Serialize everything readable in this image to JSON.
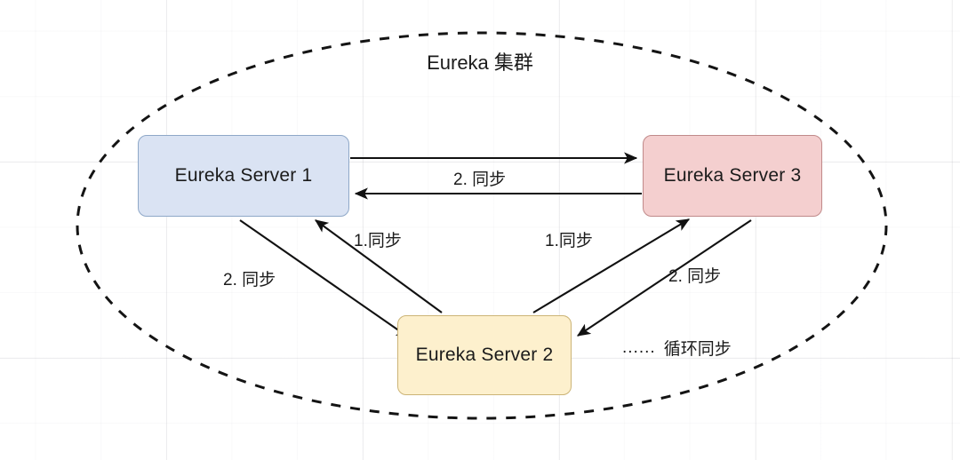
{
  "diagram": {
    "title": "Eureka 集群",
    "cluster_boundary": {
      "style": "dashed-ellipse",
      "color": "#141414"
    },
    "nodes": [
      {
        "id": "server1",
        "label": "Eureka Server 1",
        "fill": "#dae3f3",
        "stroke": "#8fa8c8"
      },
      {
        "id": "server2",
        "label": "Eureka Server 2",
        "fill": "#fdf0cd",
        "stroke": "#ccb476"
      },
      {
        "id": "server3",
        "label": "Eureka Server 3",
        "fill": "#f4cfcf",
        "stroke": "#c08a8a"
      }
    ],
    "edges": [
      {
        "id": "e1",
        "from": "server1",
        "to": "server3",
        "label": "2. 同步"
      },
      {
        "id": "e2",
        "from": "server3",
        "to": "server1",
        "label": ""
      },
      {
        "id": "e3",
        "from": "server2",
        "to": "server1",
        "label": "1.同步"
      },
      {
        "id": "e4",
        "from": "server1",
        "to": "server2",
        "label": "2. 同步"
      },
      {
        "id": "e5",
        "from": "server2",
        "to": "server3",
        "label": "1.同步"
      },
      {
        "id": "e6",
        "from": "server3",
        "to": "server2",
        "label": "2. 同步"
      }
    ],
    "legend": {
      "dots": "......",
      "label": "循环同步"
    }
  }
}
